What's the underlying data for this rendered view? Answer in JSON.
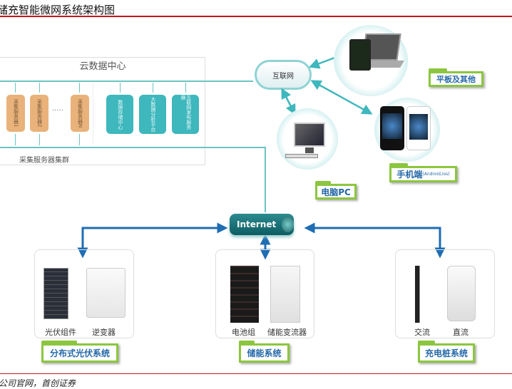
{
  "title": "储充智能微网系统架构图",
  "data_center": {
    "title": "云数据中心",
    "collectors": [
      "采集服务器1",
      "采集服务器2",
      "采集服务器N"
    ],
    "ellipsis": "·····",
    "services": [
      "数据存储中心",
      "大数据分析平台",
      "互联网发布服务器"
    ],
    "cluster_label": "采集服务器集群"
  },
  "internet_cloud": "互联网",
  "clients": {
    "tablet": "平板及其他",
    "pc": "电脑PC",
    "phone": "手机端",
    "phone_sub": "(Android,ios)"
  },
  "internet_badge": "Internet",
  "systems": [
    {
      "label": "分布式光伏系统",
      "items": [
        "光伏组件",
        "逆变器"
      ]
    },
    {
      "label": "储能系统",
      "items": [
        "电池组",
        "储能变流器"
      ]
    },
    {
      "label": "充电桩系统",
      "items": [
        "交流",
        "直流"
      ]
    }
  ],
  "source": "公司官网，首创证券",
  "colors": {
    "teal": "#3eb7bd",
    "orange": "#e9b27a",
    "green": "#8cc63f",
    "blue": "#1f6db3",
    "red": "#c0171d"
  }
}
